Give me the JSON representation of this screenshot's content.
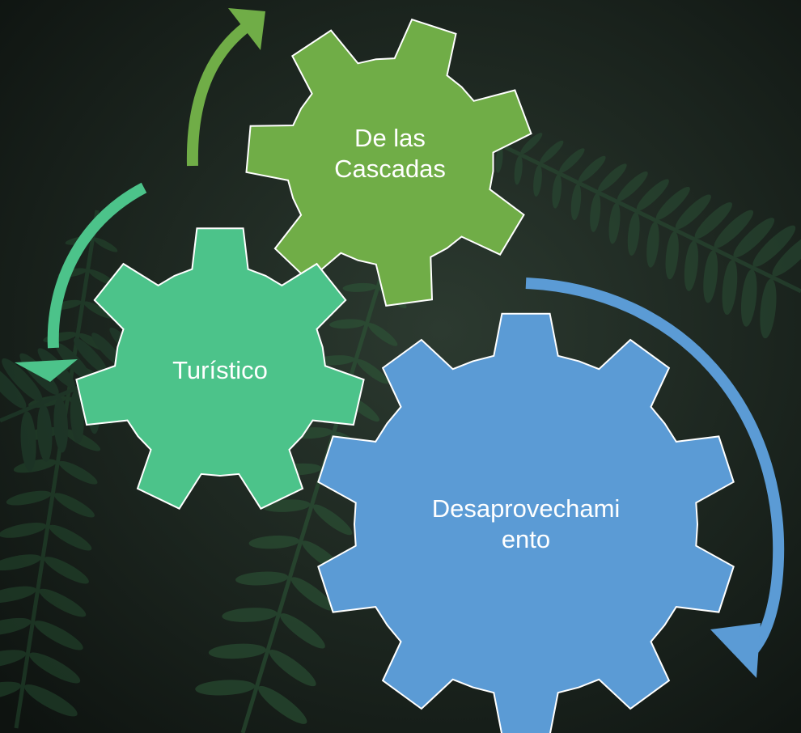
{
  "diagram": {
    "gears": [
      {
        "id": "cascadas",
        "label": "De las\nCascadas",
        "color": "#70ad47"
      },
      {
        "id": "turistico",
        "label": "Turístico",
        "color": "#4cc38a"
      },
      {
        "id": "desaprovechamiento",
        "label": "Desaprovechami\nento",
        "color": "#5b9bd5"
      }
    ],
    "arrows": [
      {
        "id": "arrow-cascadas",
        "color": "#70ad47"
      },
      {
        "id": "arrow-turistico",
        "color": "#4cc38a"
      },
      {
        "id": "arrow-desaprovechamiento",
        "color": "#5b9bd5"
      }
    ]
  }
}
